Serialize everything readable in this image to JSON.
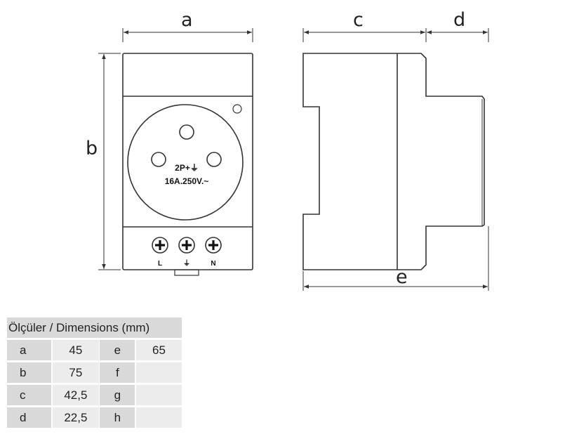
{
  "dimension_labels": {
    "a": "a",
    "b": "b",
    "c": "c",
    "d": "d",
    "e": "e"
  },
  "socket": {
    "rating_line1": "2P+⏚",
    "rating_line2": "16A.250V.~"
  },
  "terminals": {
    "left": "L",
    "middle": "⏚",
    "right": "N"
  },
  "table": {
    "title": "Ölçüler / Dimensions (mm)",
    "rows": [
      {
        "k1": "a",
        "v1": "45",
        "k2": "e",
        "v2": "65"
      },
      {
        "k1": "b",
        "v1": "75",
        "k2": "f",
        "v2": ""
      },
      {
        "k1": "c",
        "v1": "42,5",
        "k2": "g",
        "v2": ""
      },
      {
        "k1": "d",
        "v1": "22,5",
        "k2": "h",
        "v2": ""
      }
    ]
  }
}
